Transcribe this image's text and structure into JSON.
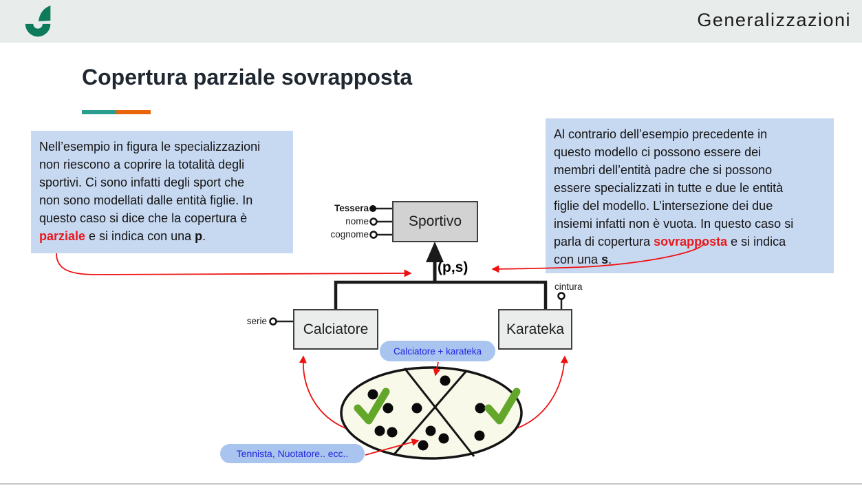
{
  "header": {
    "title": "Generalizzazioni"
  },
  "slide": {
    "title": "Copertura parziale sovrapposta"
  },
  "left_note": {
    "lines": [
      "Nell’esempio in figura le specializzazioni",
      "non riescono a coprire la totalità degli",
      "sportivi. Ci sono infatti degli sport che",
      "non sono modellati dalle entità figlie. In",
      "questo caso si dice che la copertura è"
    ],
    "red_word": "parziale",
    "line6_mid": " e si indica con una ",
    "line6_bold": "p",
    "line6_end": "."
  },
  "right_note": {
    "lines": [
      "Al contrario dell’esempio precedente in",
      "questo modello ci possono essere dei",
      "membri dell’entità padre che si possono",
      "essere specializzati in tutte e due le entità",
      "figlie del modello. L’intersezione dei due",
      "insiemi infatti non è vuota. In questo caso si"
    ],
    "line7_start": "parla di copertura ",
    "red_word": "sovrapposta",
    "line7_end": " e si indica",
    "line8_start": "con una ",
    "bold_letter": "s",
    "line8_end": "."
  },
  "diagram": {
    "parent_entity": "Sportivo",
    "coverage_label": "(p,s)",
    "attr_key": "Tessera",
    "attr_nome": "nome",
    "attr_cognome": "cognome",
    "attr_serie": "serie",
    "attr_cintura": "cintura",
    "child_left": "Calciatore",
    "child_right": "Karateka",
    "callout_intersection": "Calciatore + karateka",
    "callout_outside": "Tennista, Nuotatore.. ecc.."
  },
  "icons": {
    "brand": "brand-logo-icon",
    "check": "check-icon",
    "key_attribute": "filled-circle",
    "attribute": "open-circle"
  },
  "colors": {
    "header_bg": "#e8eceb",
    "brand_green": "#0d7a5a",
    "accent_teal": "#2a9d8f",
    "accent_orange": "#e8650d",
    "note_bg": "#c7d8f1",
    "highlight_red": "#e8191c",
    "entity_parent_fill": "#d2d2d2",
    "entity_child_fill": "#ebedec",
    "pill_bg": "#a9c4ee",
    "pill_text": "#2222e0",
    "check_green": "#63a72a",
    "arrow_red": "#ee1111",
    "set_fill": "#f8f9e9"
  }
}
